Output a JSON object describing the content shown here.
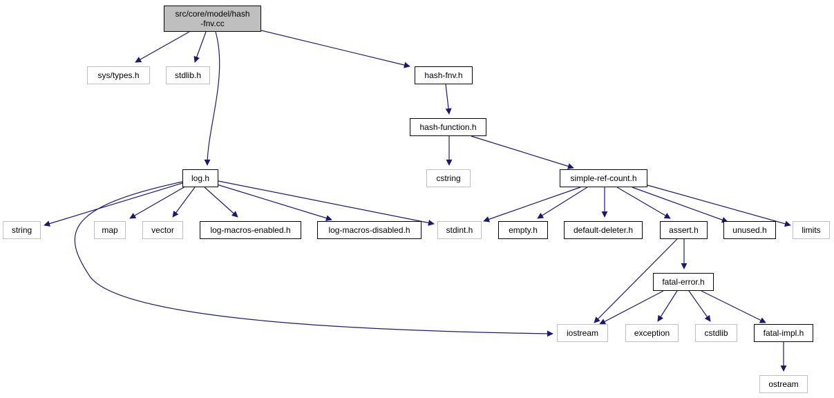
{
  "colors": {
    "edge": "#191970",
    "documented_border": "#000000",
    "undocumented_border": "#bfbfbf",
    "root_fill": "#bfbfbf",
    "text": "#000000",
    "background": "#ffffff"
  },
  "nodes": {
    "root": {
      "label": "src/core/model/hash\n-fnv.cc",
      "kind": "root"
    },
    "sys_types_h": {
      "label": "sys/types.h",
      "kind": "undocumented"
    },
    "stdlib_h": {
      "label": "stdlib.h",
      "kind": "undocumented"
    },
    "hash_fnv_h": {
      "label": "hash-fnv.h",
      "kind": "documented"
    },
    "hash_function_h": {
      "label": "hash-function.h",
      "kind": "documented"
    },
    "cstring": {
      "label": "cstring",
      "kind": "undocumented"
    },
    "log_h": {
      "label": "log.h",
      "kind": "documented"
    },
    "simple_ref_count_h": {
      "label": "simple-ref-count.h",
      "kind": "documented"
    },
    "string": {
      "label": "string",
      "kind": "undocumented"
    },
    "map": {
      "label": "map",
      "kind": "undocumented"
    },
    "vector": {
      "label": "vector",
      "kind": "undocumented"
    },
    "log_macros_enabled_h": {
      "label": "log-macros-enabled.h",
      "kind": "documented"
    },
    "log_macros_disabled_h": {
      "label": "log-macros-disabled.h",
      "kind": "documented"
    },
    "stdint_h": {
      "label": "stdint.h",
      "kind": "undocumented"
    },
    "empty_h": {
      "label": "empty.h",
      "kind": "documented"
    },
    "default_deleter_h": {
      "label": "default-deleter.h",
      "kind": "documented"
    },
    "assert_h": {
      "label": "assert.h",
      "kind": "documented"
    },
    "unused_h": {
      "label": "unused.h",
      "kind": "documented"
    },
    "limits": {
      "label": "limits",
      "kind": "undocumented"
    },
    "fatal_error_h": {
      "label": "fatal-error.h",
      "kind": "documented"
    },
    "iostream": {
      "label": "iostream",
      "kind": "undocumented"
    },
    "exception": {
      "label": "exception",
      "kind": "undocumented"
    },
    "cstdlib": {
      "label": "cstdlib",
      "kind": "undocumented"
    },
    "fatal_impl_h": {
      "label": "fatal-impl.h",
      "kind": "documented"
    },
    "ostream": {
      "label": "ostream",
      "kind": "undocumented"
    }
  },
  "edges": [
    [
      "root",
      "sys_types_h"
    ],
    [
      "root",
      "stdlib_h"
    ],
    [
      "root",
      "log_h"
    ],
    [
      "root",
      "hash_fnv_h"
    ],
    [
      "hash_fnv_h",
      "hash_function_h"
    ],
    [
      "hash_function_h",
      "cstring"
    ],
    [
      "hash_function_h",
      "simple_ref_count_h"
    ],
    [
      "log_h",
      "string"
    ],
    [
      "log_h",
      "map"
    ],
    [
      "log_h",
      "vector"
    ],
    [
      "log_h",
      "log_macros_enabled_h"
    ],
    [
      "log_h",
      "log_macros_disabled_h"
    ],
    [
      "log_h",
      "stdint_h"
    ],
    [
      "log_h",
      "iostream"
    ],
    [
      "simple_ref_count_h",
      "stdint_h"
    ],
    [
      "simple_ref_count_h",
      "empty_h"
    ],
    [
      "simple_ref_count_h",
      "default_deleter_h"
    ],
    [
      "simple_ref_count_h",
      "assert_h"
    ],
    [
      "simple_ref_count_h",
      "unused_h"
    ],
    [
      "simple_ref_count_h",
      "limits"
    ],
    [
      "assert_h",
      "fatal_error_h"
    ],
    [
      "assert_h",
      "iostream"
    ],
    [
      "fatal_error_h",
      "iostream"
    ],
    [
      "fatal_error_h",
      "exception"
    ],
    [
      "fatal_error_h",
      "cstdlib"
    ],
    [
      "fatal_error_h",
      "fatal_impl_h"
    ],
    [
      "fatal_impl_h",
      "ostream"
    ]
  ]
}
